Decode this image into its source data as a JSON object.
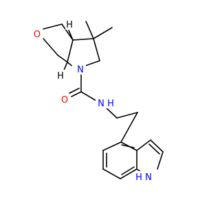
{
  "colors": {
    "background": "#ffffff",
    "bond": "#000000",
    "oxygen": "#ff0000",
    "nitrogen": "#0000ff"
  },
  "atoms": {
    "ring_oxygen": "O",
    "carbonyl_oxygen": "O",
    "ring_nitrogen": "N",
    "amide_nh": "N",
    "amide_h": "H",
    "indole_nh": "H",
    "indole_n": "N",
    "stereo_h_top": "H",
    "stereo_h_bottom": "H"
  }
}
